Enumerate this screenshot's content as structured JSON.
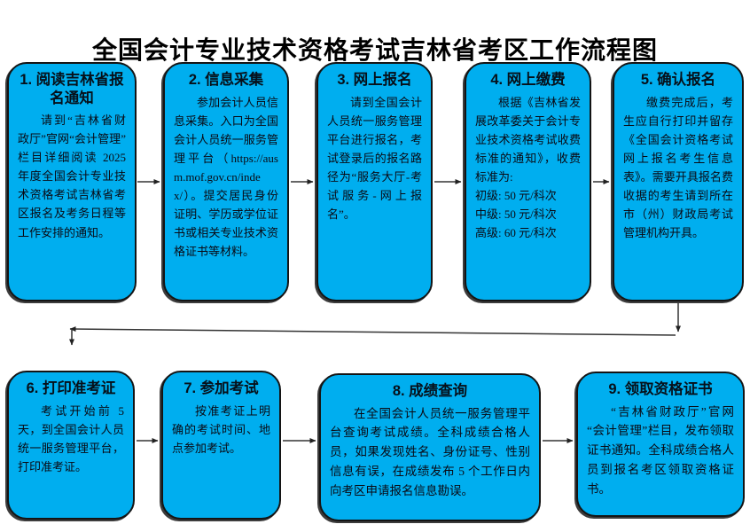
{
  "page": {
    "title": "全国会计专业技术资格考试吉林省考区工作流程图"
  },
  "flow": {
    "boxes": [
      {
        "title": "1. 阅读吉林省报名通知",
        "body": "请到“吉林省财政厅”官网“会计管理”栏目详细阅读 2025 年度全国会计专业技术资格考试吉林省考区报名及考务日程等工作安排的通知。"
      },
      {
        "title": "2. 信息采集",
        "body": "参加会计人员信息采集。入口为全国会计人员统一服务管理平台（https://ausm.mof.gov.cn/index/）。提交居民身份证明、学历或学位证书或相关专业技术资格证书等材料。"
      },
      {
        "title": "3. 网上报名",
        "body": "请到全国会计人员统一服务管理平台进行报名，考试登录后的报名路径为“服务大厅-考试服务-网上报名”。"
      },
      {
        "title": "4. 网上缴费",
        "body": "根据《吉林省发展改革委关于会计专业技术资格考试收费标准的通知》，收费标准为:\n初级: 50 元/科次\n中级: 50 元/科次\n高级: 60 元/科次"
      },
      {
        "title": "5. 确认报名",
        "body": "缴费完成后，考生应自行打印并留存《全国会计资格考试网上报名考生信息表》。需要开具报名费收据的考生请到所在市（州）财政局考试管理机构开具。"
      },
      {
        "title": "6. 打印准考证",
        "body": "考试开始前 5 天，到全国会计人员统一服务管理平台，打印准考证。"
      },
      {
        "title": "7. 参加考试",
        "body": "按准考证上明确的考试时间、地点参加考试。"
      },
      {
        "title": "8. 成绩查询",
        "body": "在全国会计人员统一服务管理平台查询考试成绩。全科成绩合格人员，如果发现姓名、身份证号、性别信息有误，在成绩发布 5 个工作日内向考区申请报名信息勘误。"
      },
      {
        "title": "9. 领取资格证书",
        "body": "“吉林省财政厅”官网“会计管理”栏目，发布领取证书通知。全科成绩合格人员到报名考区领取资格证书。"
      }
    ],
    "connectors": [
      "1→2",
      "2→3",
      "3→4",
      "4→5",
      "5→6",
      "6→7",
      "7→8",
      "8→9"
    ],
    "colors": {
      "box_fill": "#00AEEF",
      "box_border": "#141414",
      "arrow": "#333333",
      "text": "#000000"
    }
  }
}
